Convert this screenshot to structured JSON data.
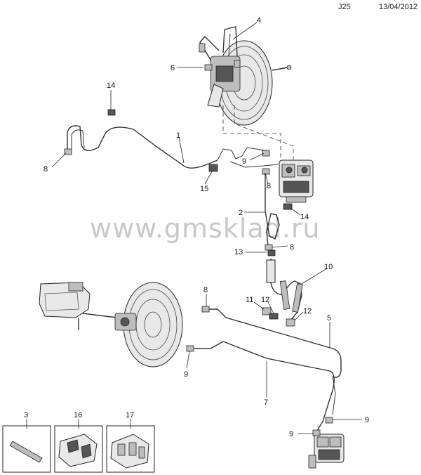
{
  "header": {
    "page_code": "J25",
    "date": "13/04/2012"
  },
  "watermark": "www.gmsklad.ru",
  "callouts": {
    "c1": "1",
    "c2": "2",
    "c3": "3",
    "c4": "4",
    "c5": "5",
    "c6": "6",
    "c7": "7",
    "c8a": "8",
    "c8b": "8",
    "c8c": "8",
    "c8d": "8",
    "c9a": "9",
    "c9b": "9",
    "c9c": "9",
    "c9d": "9",
    "c10": "10",
    "c11": "11",
    "c12a": "12",
    "c12b": "12",
    "c13": "13",
    "c14a": "14",
    "c14b": "14",
    "c15": "15",
    "c16": "16",
    "c17": "17"
  }
}
